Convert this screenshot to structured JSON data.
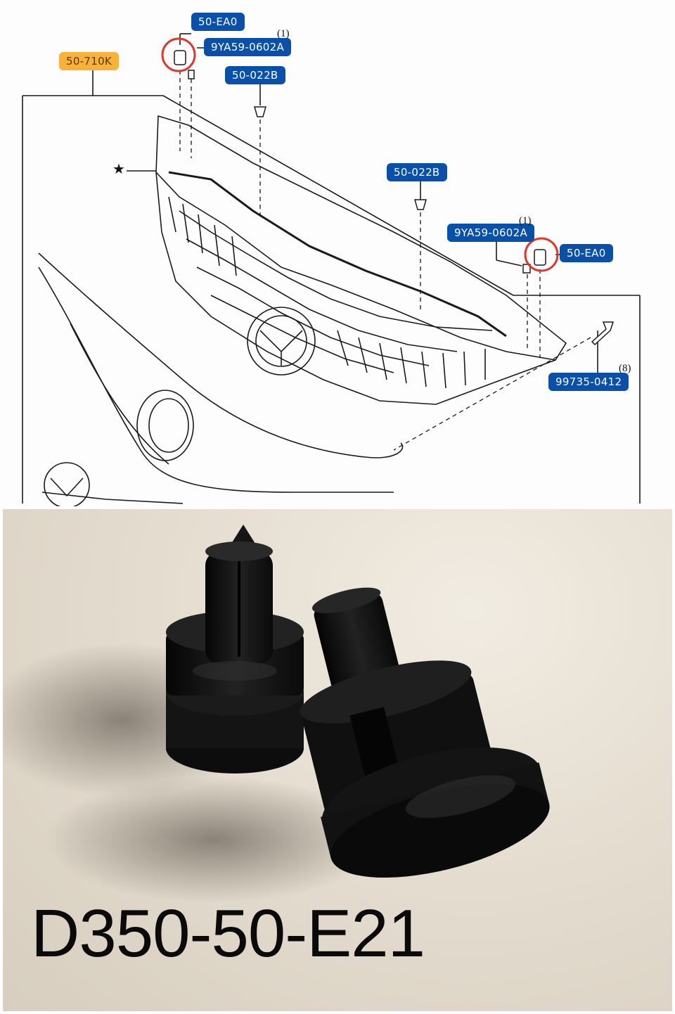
{
  "diagram": {
    "callouts": {
      "grille_assembly": "50-710K",
      "clip_top_left": "50-EA0",
      "screw_top_left": "9YA59-0602A",
      "qty_top_left": "(1)",
      "fastener_center_left": "50-022B",
      "fastener_center_right": "50-022B",
      "screw_right": "9YA59-0602A",
      "qty_right": "(1)",
      "clip_right": "50-EA0",
      "screw_side": "99735-0412",
      "qty_side": "(8)"
    },
    "star_marker": "★",
    "colors": {
      "callout_blue": "#0a4fa8",
      "callout_orange": "#f7b23b",
      "highlight_circle": "#d93a2b"
    }
  },
  "photo": {
    "subject_icon": "push-clip-fastener",
    "part_number": "D350-50-E21"
  }
}
